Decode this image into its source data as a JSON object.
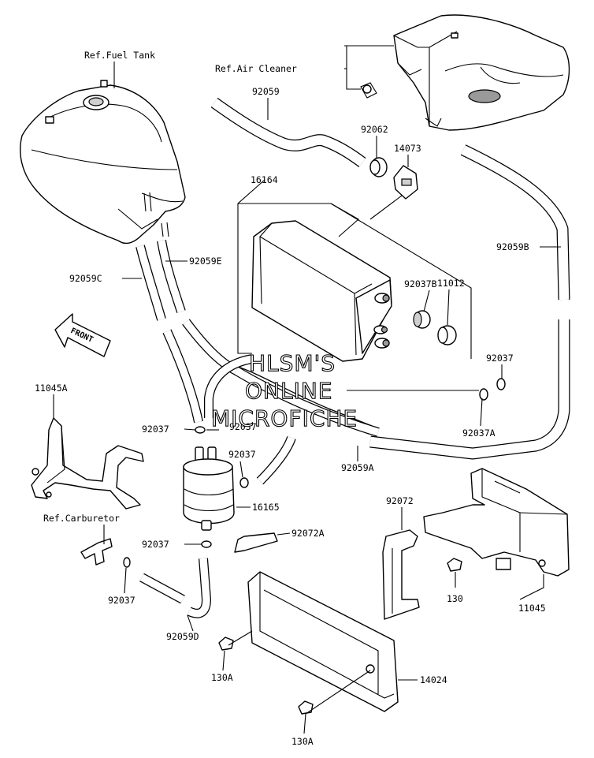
{
  "refs": {
    "fuel_tank": "Ref.Fuel Tank",
    "air_cleaner": "Ref.Air Cleaner",
    "carburetor": "Ref.Carburetor"
  },
  "front_label": "FRONT",
  "watermark": [
    "HLSM'S",
    "ONLINE",
    "MICROFICHE"
  ],
  "parts": {
    "p92059": "92059",
    "p92062": "92062",
    "p14073": "14073",
    "p16164": "16164",
    "p92059B": "92059B",
    "p92059E": "92059E",
    "p92059C": "92059C",
    "p92037B": "92037B",
    "p11012": "11012",
    "p92037_r": "92037",
    "p11045A": "11045A",
    "p92037_a": "92037",
    "p92037_b": "92037",
    "p92037A": "92037A",
    "p92037_c": "92037",
    "p92059A": "92059A",
    "p16165": "16165",
    "p92072": "92072",
    "p92072A": "92072A",
    "p92037_d": "92037",
    "p92037_e": "92037",
    "p130": "130",
    "p11045": "11045",
    "p92059D": "92059D",
    "p14024": "14024",
    "p130A_1": "130A",
    "p130A_2": "130A"
  }
}
